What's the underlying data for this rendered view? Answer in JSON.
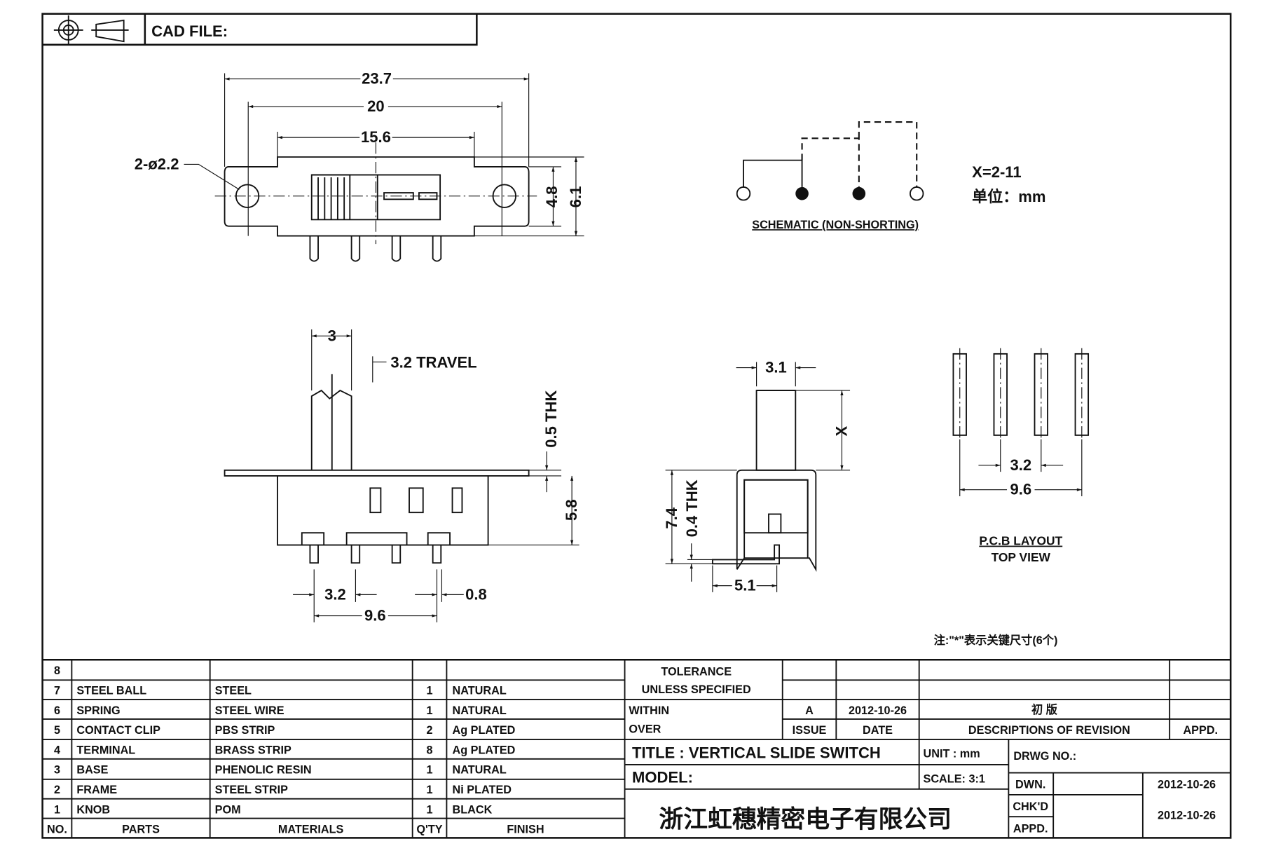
{
  "header": {
    "cad_file_label": "CAD FILE:"
  },
  "top_view": {
    "dim_overall": "23.7",
    "dim_holes": "20",
    "dim_body": "15.6",
    "hole_label": "2-ø2.2",
    "dim_height_inner": "4.8",
    "dim_height_outer": "6.1"
  },
  "schematic": {
    "title": "SCHEMATIC (NON-SHORTING)",
    "x_range": "X=2-11",
    "unit": "单位：mm"
  },
  "side_view": {
    "dim_knob": "3",
    "travel": "3.2 TRAVEL",
    "plate_thk": "0.5 THK",
    "dim_body_h": "5.8",
    "dim_pitch": "3.2",
    "dim_pin": "0.8",
    "dim_span": "9.6"
  },
  "end_view": {
    "dim_knob": "3.1",
    "dim_x": "X",
    "dim_height": "7.4",
    "terminal_thk": "0.4 THK",
    "dim_depth": "5.1"
  },
  "pcb": {
    "dim_pitch": "3.2",
    "dim_span": "9.6",
    "title": "P.C.B LAYOUT",
    "subtitle": "TOP VIEW"
  },
  "note": "注:\"*\"表示关键尺寸(6个)",
  "bom": {
    "headers": [
      "NO.",
      "PARTS",
      "MATERIALS",
      "Q'TY",
      "FINISH"
    ],
    "rows": [
      {
        "no": "8",
        "part": "",
        "material": "",
        "qty": "",
        "finish": ""
      },
      {
        "no": "7",
        "part": "STEEL BALL",
        "material": "STEEL",
        "qty": "1",
        "finish": "NATURAL"
      },
      {
        "no": "6",
        "part": "SPRING",
        "material": "STEEL WIRE",
        "qty": "1",
        "finish": "NATURAL"
      },
      {
        "no": "5",
        "part": "CONTACT CLIP",
        "material": "PBS STRIP",
        "qty": "2",
        "finish": "Ag PLATED"
      },
      {
        "no": "4",
        "part": "TERMINAL",
        "material": "BRASS STRIP",
        "qty": "8",
        "finish": "Ag PLATED"
      },
      {
        "no": "3",
        "part": "BASE",
        "material": "PHENOLIC RESIN",
        "qty": "1",
        "finish": "NATURAL"
      },
      {
        "no": "2",
        "part": "FRAME",
        "material": "STEEL STRIP",
        "qty": "1",
        "finish": "Ni PLATED"
      },
      {
        "no": "1",
        "part": "KNOB",
        "material": "POM",
        "qty": "1",
        "finish": "BLACK"
      }
    ]
  },
  "title_block": {
    "tolerance_1": "TOLERANCE",
    "tolerance_2": "UNLESS  SPECIFIED",
    "within": "WITHIN",
    "over": "OVER",
    "issue_value": "A",
    "issue_date": "2012-10-26",
    "revision_desc": "初 版",
    "issue_label": "ISSUE",
    "date_label": "DATE",
    "desc_label": "DESCRIPTIONS OF REVISION",
    "appd_label": "APPD.",
    "title": "TITLE :  VERTICAL SLIDE SWITCH",
    "unit": "UNIT :  mm",
    "drwg_no": "DRWG NO.:",
    "model": "MODEL:",
    "scale": "SCALE:  3:1",
    "dwn_label": "DWN.",
    "dwn_date": "2012-10-26",
    "chkd_label": "CHK'D",
    "appd2_label": "APPD.",
    "chk_date": "2012-10-26",
    "company": "浙江虹穗精密电子有限公司"
  }
}
